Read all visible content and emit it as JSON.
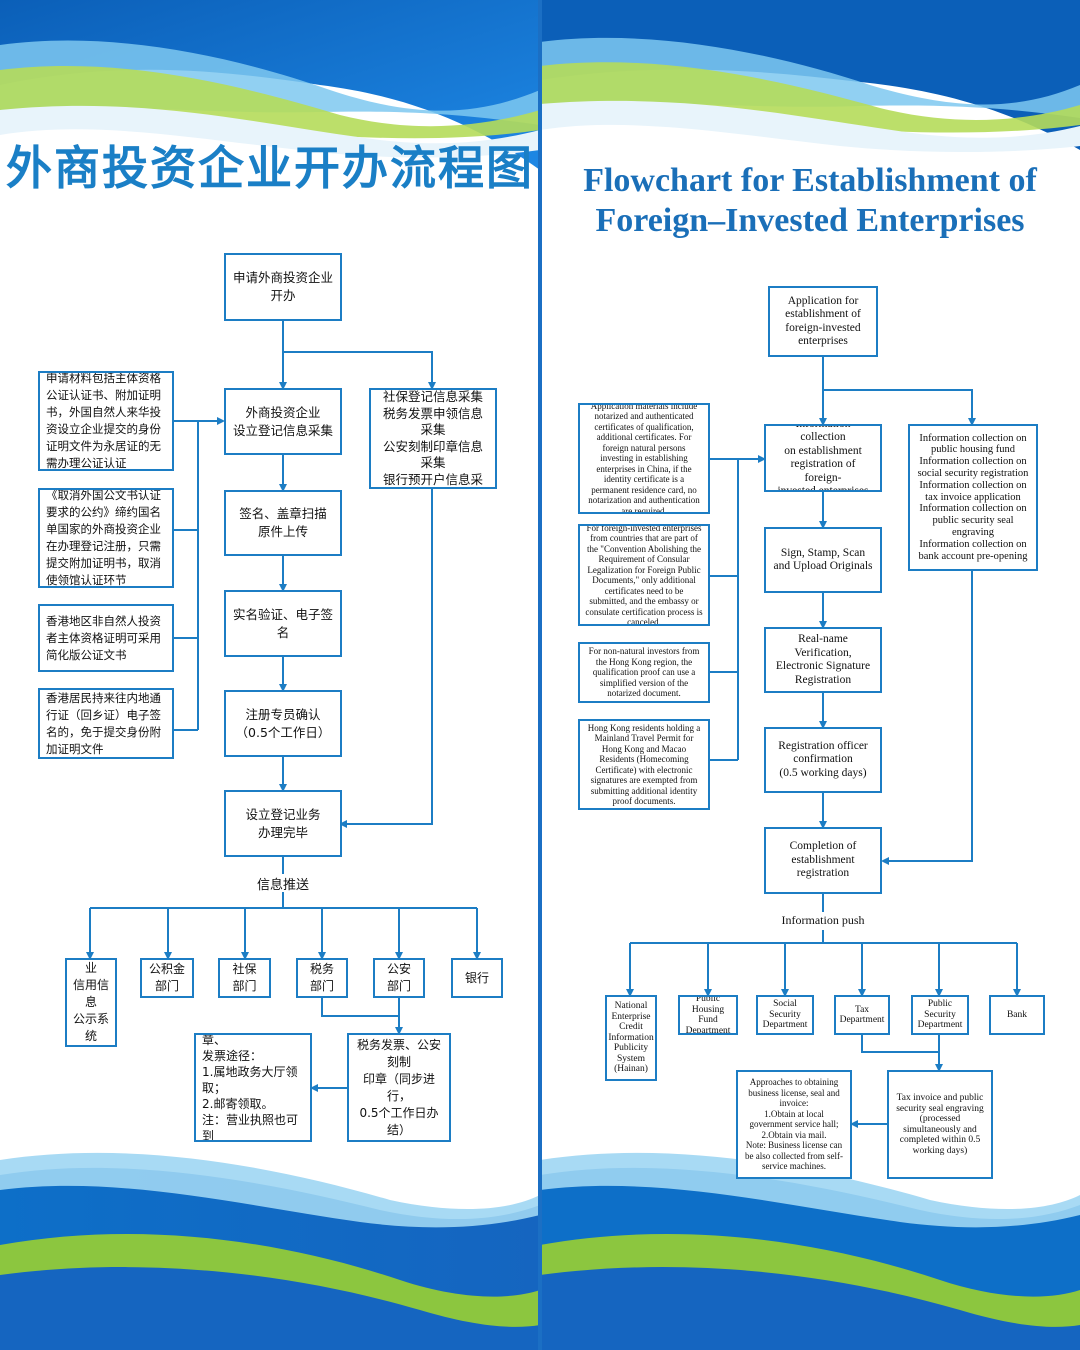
{
  "colors": {
    "blue": "#1a7fc6",
    "line": "#1c7dc4",
    "deep": "#1565c0",
    "green": "#8cc63f"
  },
  "cn": {
    "title": "外商投资企业开办流程图",
    "apply": "申请外商投资企业开办",
    "collect": "外商投资企业\n设立登记信息采集",
    "sign": "签名、盖章扫描\n原件上传",
    "verify": "实名验证、电子签名",
    "confirm": "注册专员确认\n（0.5个工作日）",
    "done": "设立登记业务\n办理完毕",
    "side": "公积金信息采集\n社保登记信息采集\n税务发票申领信息采集\n公安刻制印章信息采集\n银行预开户信息采集",
    "notes": [
      "申请材料包括主体资格公证认证书、附加证明书，外国自然人来华投资设立企业提交的身份证明文件为永居证的无需办理公证认证",
      "《取消外国公文书认证要求的公约》缔约国名单国家的外商投资企业在办理登记注册，只需提交附加证明书，取消使领馆认证环节",
      "香港地区非自然人投资者主体资格证明可采用简化版公证文书",
      "香港居民持来往内地通行证（回乡证）电子签名的，免于提交身份附加证明文件"
    ],
    "push": "信息推送",
    "depts": [
      "国家企业\n信用信息\n公示系统\n（海南）",
      "公积金\n部门",
      "社保\n部门",
      "税务\n部门",
      "公安\n部门",
      "银行"
    ],
    "get": "领取营业执照、印章、\n发票途径：\n1.属地政务大厅领取；\n2.邮寄领取。\n注：营业执照也可到\n自助一体机领取。",
    "parallel": "税务发票、公安刻制\n印章（同步进行，\n0.5个工作日办结）"
  },
  "en": {
    "title_line1": "Flowchart for Establishment of",
    "title_line2": "Foreign–Invested Enterprises",
    "apply": "Application for\nestablishment of\nforeign-invested\nenterprises",
    "collect": "Information collection\non establishment\nregistration of foreign-\ninvested enterprises",
    "sign": "Sign, Stamp, Scan\nand Upload Originals",
    "verify": "Real-name\nVerification,\nElectronic Signature\nRegistration",
    "confirm": "Registration officer\nconfirmation\n(0.5 working days)",
    "done": "Completion of\nestablishment\nregistration",
    "side": "Information collection on\npublic housing fund\nInformation collection on\nsocial security registration\nInformation collection on\ntax invoice application\nInformation collection on\npublic security seal\nengraving\nInformation collection on\nbank account pre-opening",
    "notes": [
      "Application materials include notarized and authenticated certificates of qualification, additional certificates. For foreign natural persons investing in establishing enterprises in China, if the identity certificate is a permanent residence card, no notarization and authentication are required.",
      "For foreign-invested enterprises from countries that are part of the \"Convention Abolishing the Requirement of Consular Legalization for Foreign Public Documents,\" only additional certificates need to be submitted, and the embassy or consulate certification process is canceled.",
      "For non-natural investors from the Hong Kong region, the qualification proof can use a simplified version of the notarized document.",
      "Hong Kong residents holding a Mainland Travel Permit for Hong Kong and Macao Residents (Homecoming Certificate) with electronic signatures are exempted from submitting additional identity proof documents."
    ],
    "push": "Information push",
    "depts": [
      "National\nEnterprise\nCredit\nInformation\nPublicity\nSystem\n(Hainan)",
      "Public\nHousing Fund\nDepartment",
      "Social\nSecurity\nDepartment",
      "Tax\nDepartment",
      "Public\nSecurity\nDepartment",
      "Bank"
    ],
    "get": "Approaches to obtaining\nbusiness license, seal and\ninvoice:\n1.Obtain at local\ngovernment service hall;\n2.Obtain via mail.\nNote: Business license can\nbe also collected from self-\nservice machines.",
    "parallel": "Tax invoice and public\nsecurity seal engraving\n(processed\nsimultaneously and\ncompleted within 0.5\nworking days)"
  }
}
